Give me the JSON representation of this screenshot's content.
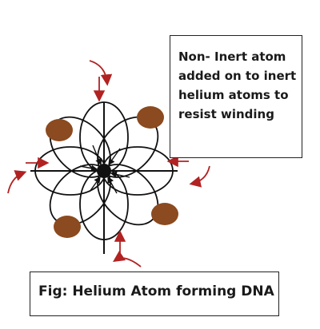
{
  "note": {
    "lines": [
      "Non- Inert atom",
      "added on to inert",
      "helium atoms to",
      "resist winding"
    ]
  },
  "caption": {
    "text": "Fig: Helium Atom forming DNA"
  },
  "colors": {
    "outer_atom": "#8B4A1F",
    "nucleus": "#111111",
    "arrow": "#B22222",
    "line": "#111111"
  }
}
